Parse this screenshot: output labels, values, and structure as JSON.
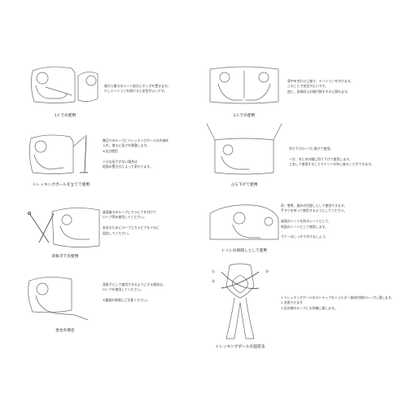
{
  "sections": [
    {
      "caption": "1人での使用",
      "lines": [
        "肩から後ろのシート部分にボッグを置きます。",
        "少しテンションを掛けると安定がよいです。"
      ]
    },
    {
      "caption": "2人での使用",
      "lines": [
        "背中を合わせに座り、テンションをかけます。",
        "このことで安定がよいです。",
        "逆に、身体同士の間が狭すぎると倒れます。"
      ]
    },
    {
      "caption": "トレッキングポールを立てて使用",
      "lines": [
        "膝辺りのループにトレッキングポールの先端を",
        "入れ、後ろに長さを調整します。",
        "※支点使用",
        "",
        "十分な長さがない場合は",
        "地面の置き方によって変わります。"
      ]
    },
    {
      "caption": "ぶら下げて使用",
      "lines": [
        "吊り下げロープに掛けて使用。",
        "",
        "一方、木と木の間に吊り下げて使用します。",
        "工夫して使用することでテントの外に座ることができます。"
      ]
    },
    {
      "caption": "背負子での使用",
      "lines": [
        "座面後ろのループにカラビナを付けて",
        "ロープ等を使用してください。",
        "",
        "安全のためにロープとカラビナを十分に",
        "固定してください。"
      ]
    },
    {
      "caption": "トイレの目隠しとして使用",
      "lines": [
        "雨・雪等、屋外の目隠しとして使用できます。",
        "手すりを持って使用するようにしてください。",
        "",
        "座面のシートを防水シートとして、",
        "地面のシートとして使用します。",
        "",
        "マナーはしっかり守りましょう。"
      ]
    },
    {
      "caption": "坐位の場合",
      "lines": [
        "背負子として使用できるようにする場合は、",
        "ロープを使用してください。",
        "",
        "※重量の制限にご注意ください。"
      ]
    },
    {
      "caption": "トレッキングポールの固定法",
      "lines": [
        "1.トレッキングポールのストラップをショルダー部材内側のループに通します。",
        "2.交差させます",
        "3.反対側のループにも同様に通します。"
      ],
      "step_markers": [
        "①",
        "②",
        "③"
      ]
    }
  ]
}
